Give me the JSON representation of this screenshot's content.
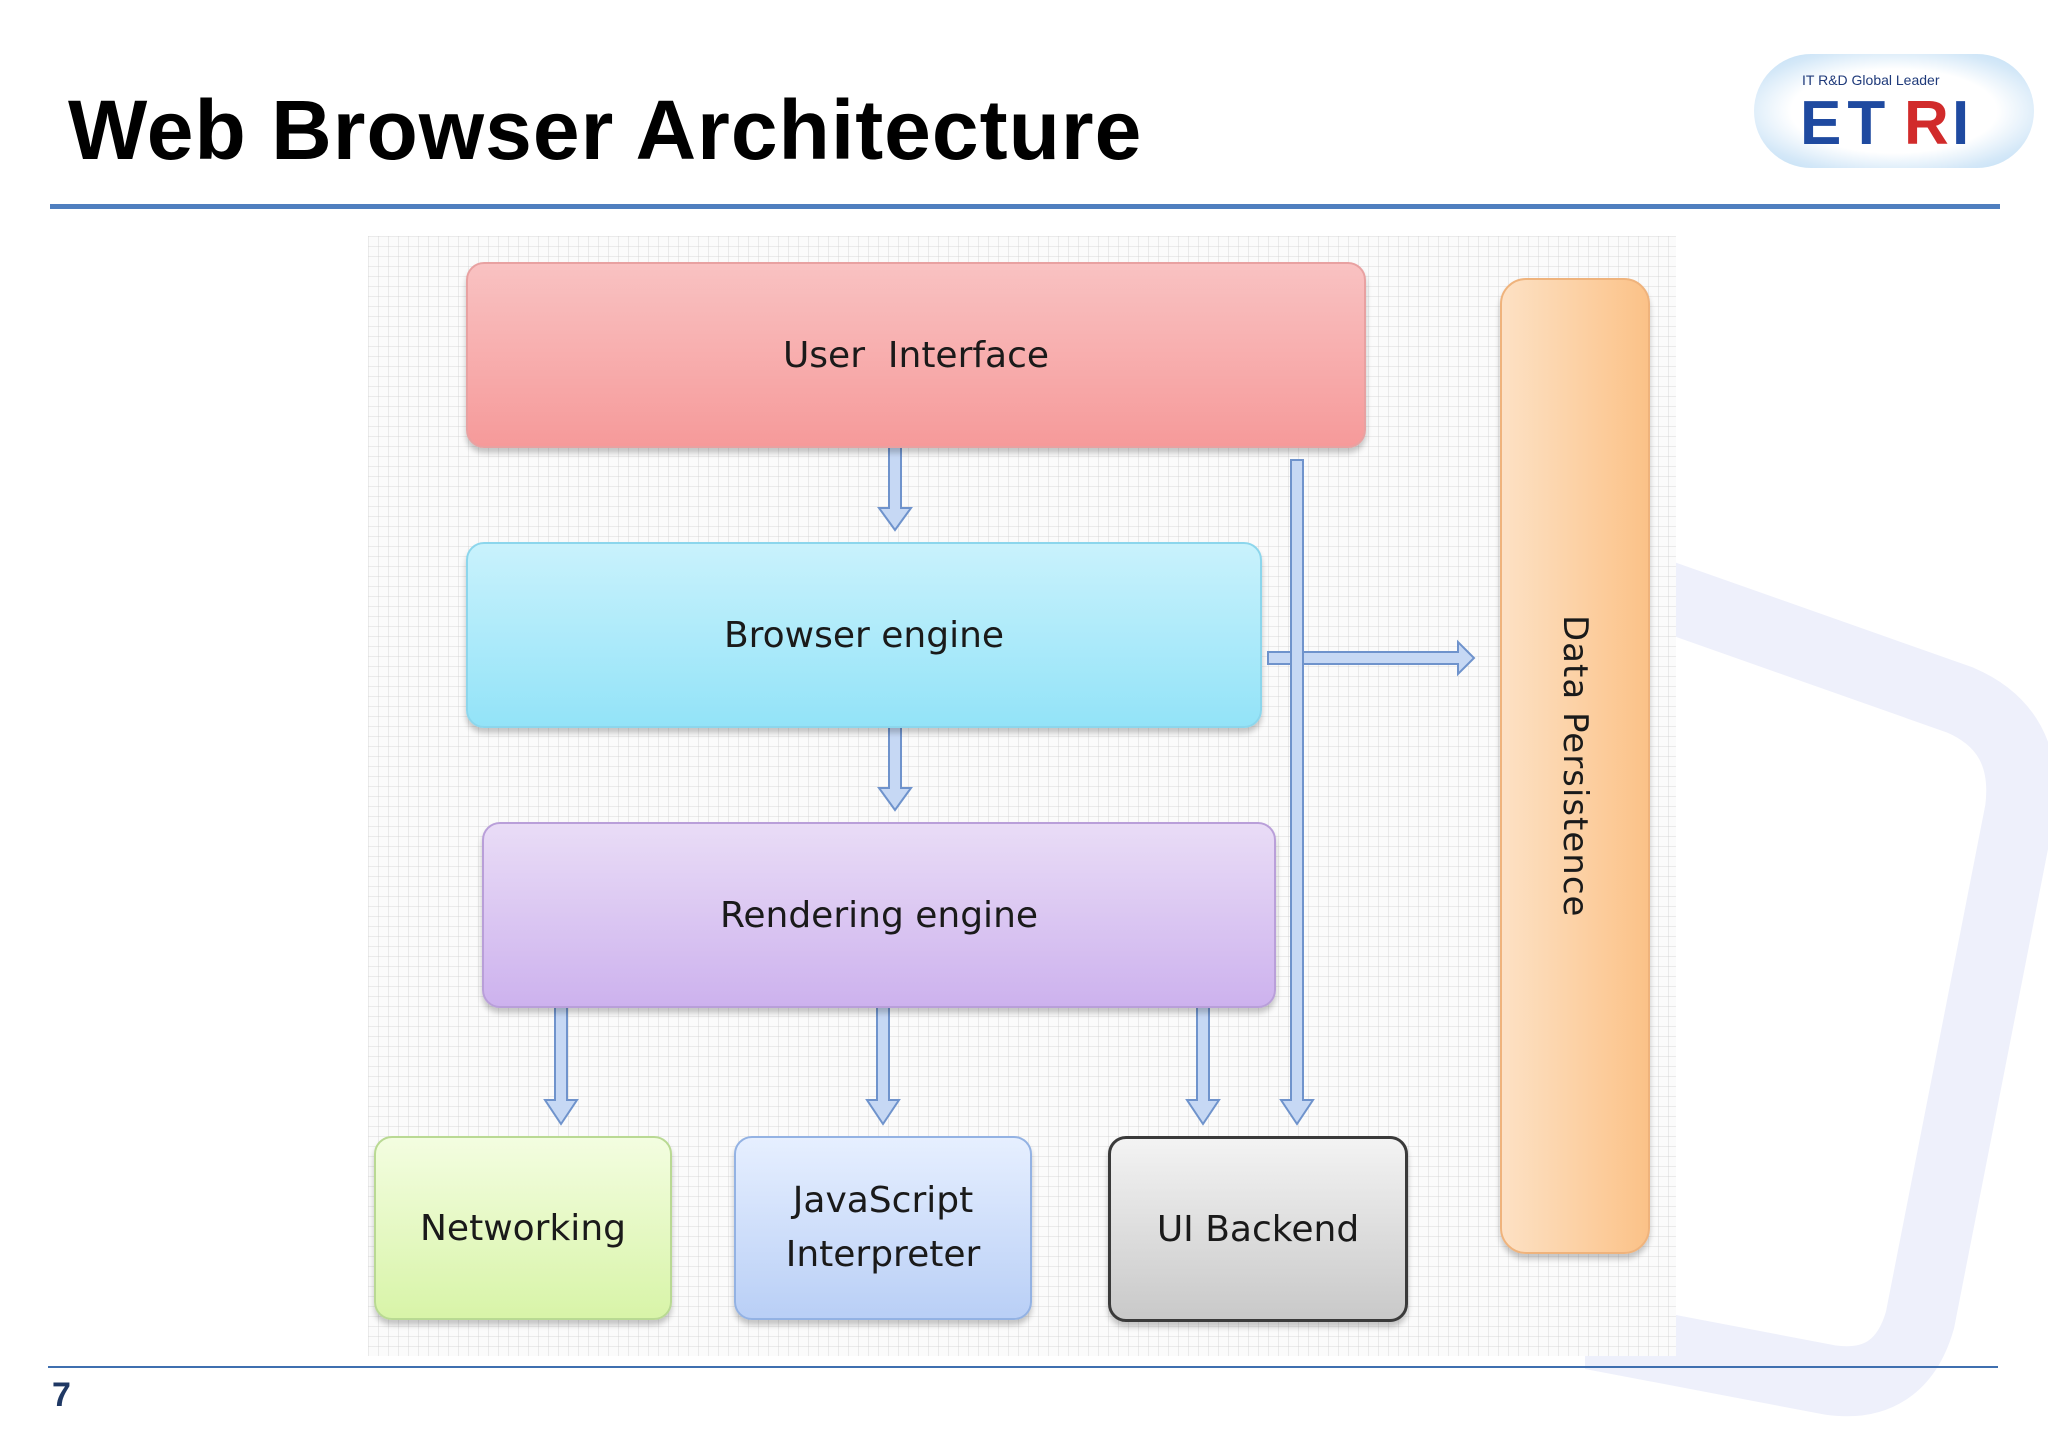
{
  "slide": {
    "title": "Web Browser Architecture",
    "page_number": "7"
  },
  "logo": {
    "tagline": "IT R&D Global Leader",
    "wordmark": "ETRI"
  },
  "diagram": {
    "nodes": {
      "user_interface": "User  Interface",
      "browser_engine": "Browser engine",
      "rendering_engine": "Rendering engine",
      "networking": "Networking",
      "js_interpreter_line1": "JavaScript",
      "js_interpreter_line2": "Interpreter",
      "ui_backend": "UI Backend",
      "data_persistence": "Data Persistence"
    },
    "edges": [
      [
        "user_interface",
        "browser_engine"
      ],
      [
        "browser_engine",
        "rendering_engine"
      ],
      [
        "browser_engine",
        "data_persistence"
      ],
      [
        "rendering_engine",
        "networking"
      ],
      [
        "rendering_engine",
        "js_interpreter"
      ],
      [
        "rendering_engine",
        "ui_backend"
      ],
      [
        "user_interface",
        "ui_backend"
      ]
    ],
    "colors": {
      "user_interface": "#f7a8a8",
      "browser_engine": "#a8e8f8",
      "rendering_engine": "#d4bcf0",
      "networking": "#dff6b6",
      "js_interpreter": "#c6d8f8",
      "ui_backend": "#d6d6d6",
      "data_persistence": "#fbcb98",
      "arrow": "#b8cff0",
      "rule": "#4f7fbf"
    }
  }
}
